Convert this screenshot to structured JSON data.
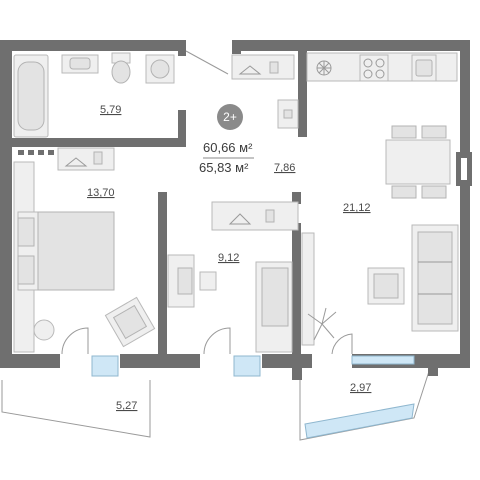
{
  "badge": {
    "label": "2+"
  },
  "totals": {
    "area_1": "60,66 м²",
    "area_2": "65,83 м²"
  },
  "rooms": {
    "bathroom": "5,79",
    "bedroom": "13,70",
    "hall": "7,86",
    "living_kitchen": "21,12",
    "study": "9,12",
    "balcony_left": "5,27",
    "balcony_right": "2,97"
  },
  "colors": {
    "walls": "#6f6f6f",
    "furniture_fill": "#efefef",
    "glass": "#cfe7f6",
    "badge": "#8a8a8a"
  },
  "icons": [
    "bathtub-icon",
    "sink-icon",
    "toilet-icon",
    "washing-machine-icon",
    "hanger-icon",
    "stove-icon",
    "dining-table-icon",
    "sofa-icon",
    "bed-icon",
    "armchair-icon",
    "plant-icon"
  ]
}
